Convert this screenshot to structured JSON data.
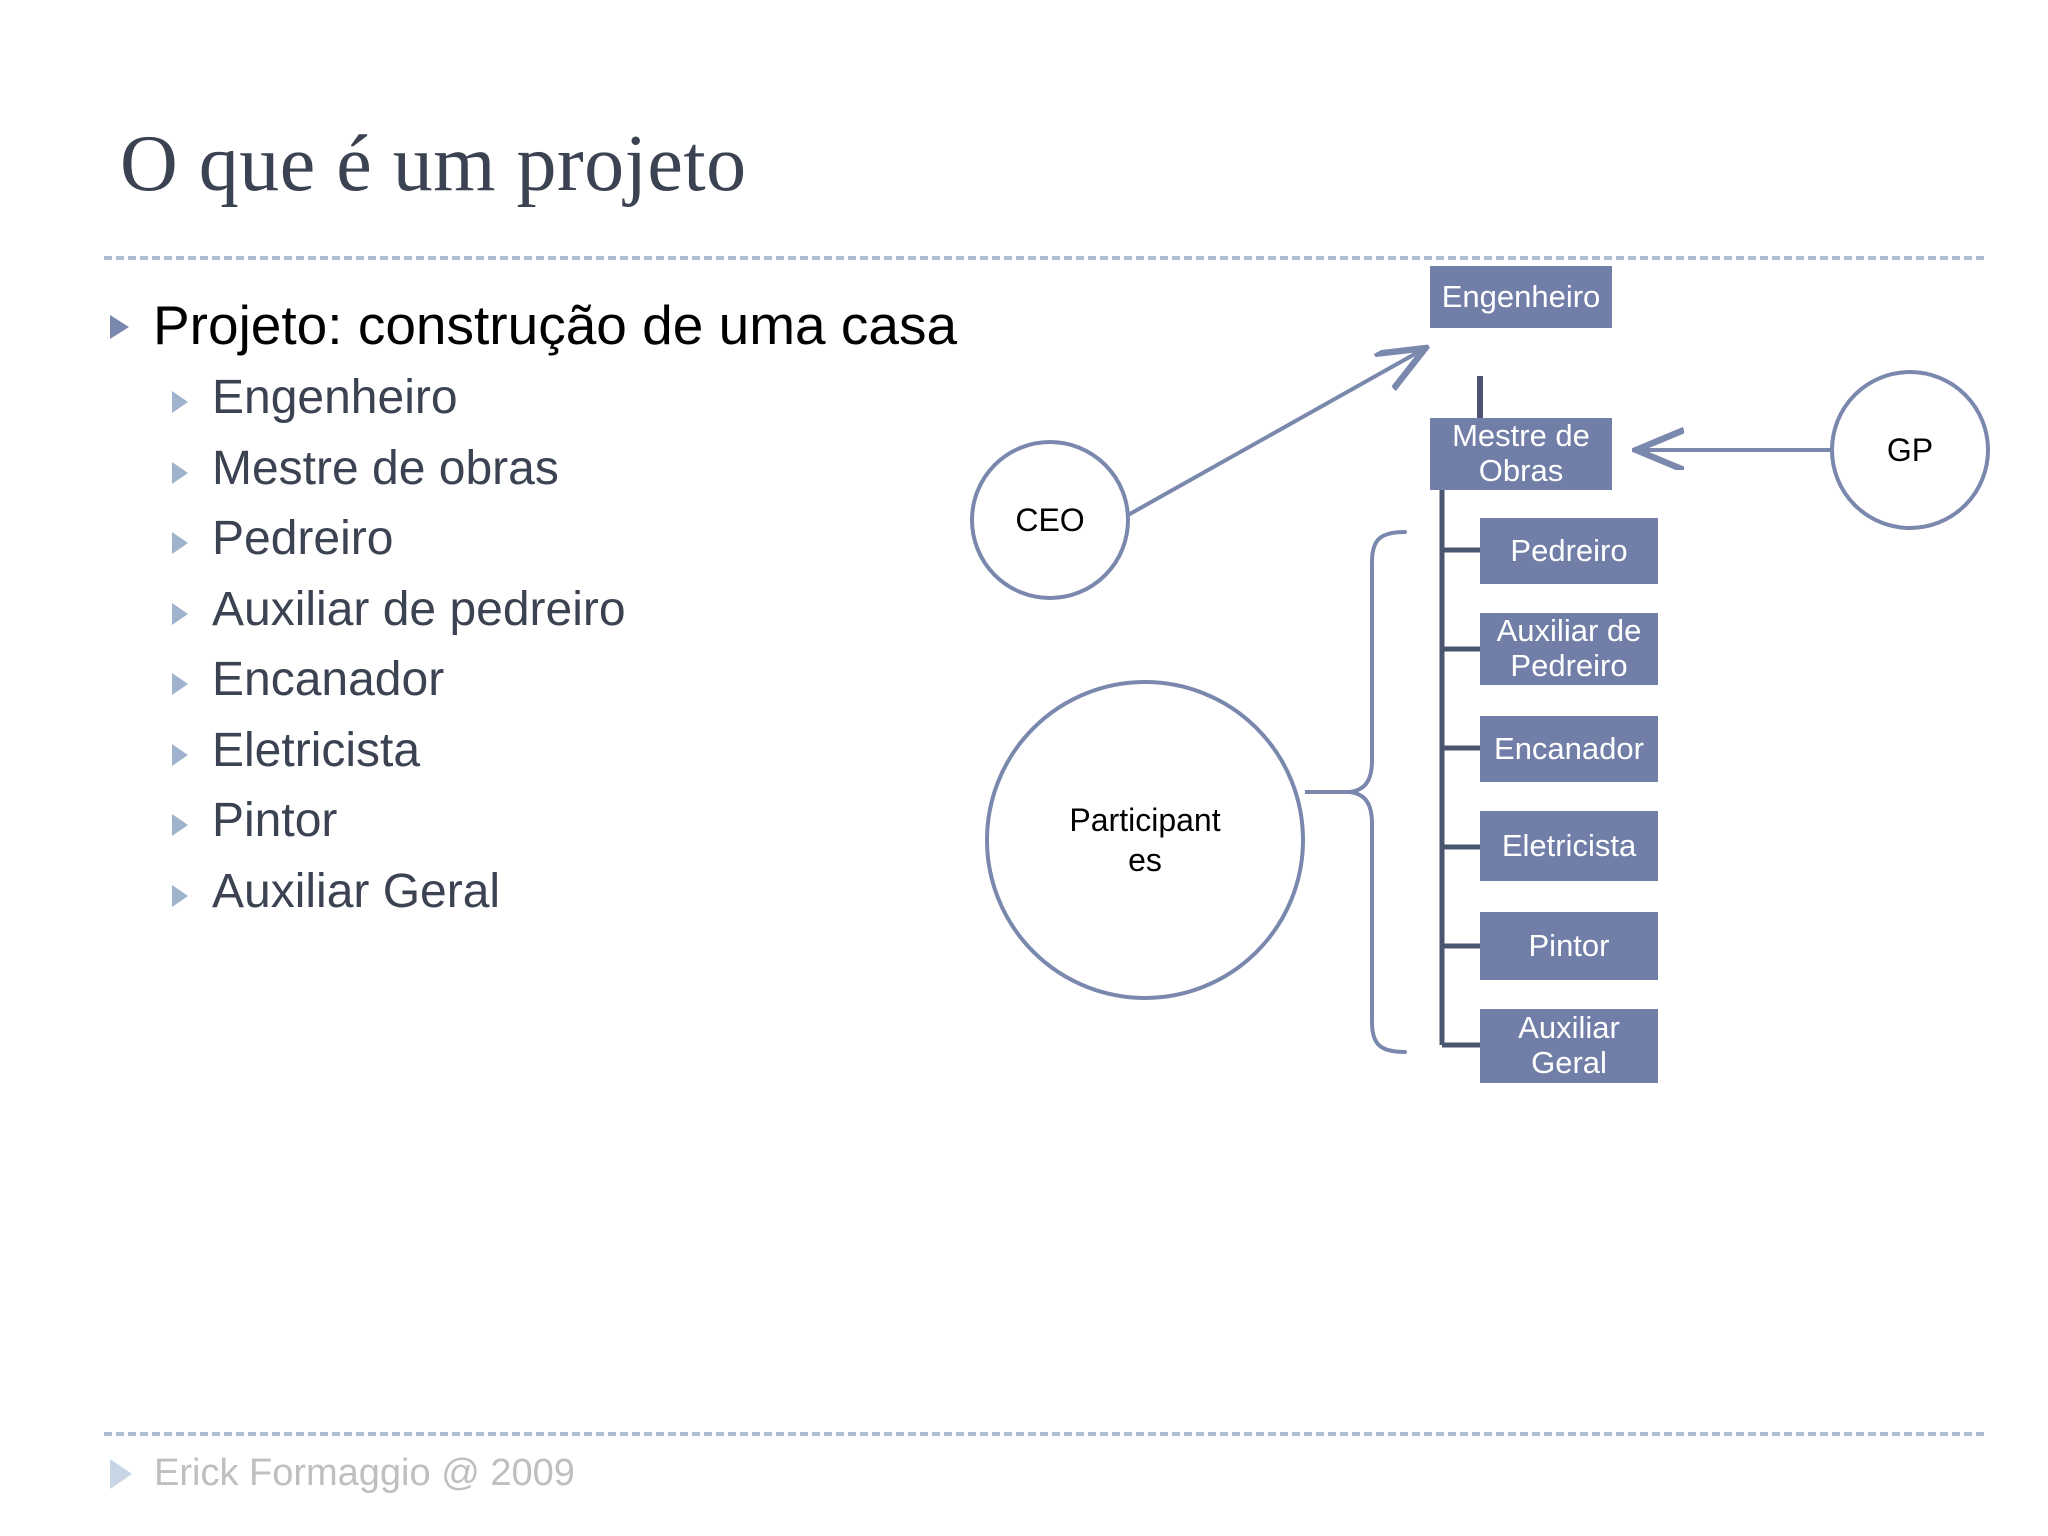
{
  "slide": {
    "title": "O que é um projeto",
    "footer": "Erick Formaggio @ 2009",
    "footer_marker": "triangle-bullet-icon"
  },
  "content": {
    "main_bullet": "Projeto: construção de uma casa",
    "sub_bullets": [
      "Engenheiro",
      "Mestre de obras",
      "Pedreiro",
      "Auxiliar de pedreiro",
      "Encanador",
      "Eletricista",
      "Pintor",
      "Auxiliar Geral"
    ]
  },
  "diagram": {
    "circles": [
      {
        "id": "ceo",
        "label": "CEO"
      },
      {
        "id": "gp",
        "label": "GP"
      },
      {
        "id": "participantes",
        "label_line1": "Participant",
        "label_line2": "es"
      }
    ],
    "boxes": [
      {
        "id": "engenheiro",
        "label": "Engenheiro"
      },
      {
        "id": "mestre-de-obras",
        "label_line1": "Mestre de",
        "label_line2": "Obras"
      },
      {
        "id": "pedreiro",
        "label": "Pedreiro"
      },
      {
        "id": "auxiliar-de-pedreiro",
        "label_line1": "Auxiliar de",
        "label_line2": "Pedreiro"
      },
      {
        "id": "encanador",
        "label": "Encanador"
      },
      {
        "id": "eletricista",
        "label": "Eletricista"
      },
      {
        "id": "pintor",
        "label": "Pintor"
      },
      {
        "id": "auxiliar-geral",
        "label_line1": "Auxiliar",
        "label_line2": "Geral"
      }
    ]
  },
  "colors": {
    "box_fill": "#717ea8",
    "box_text": "#ffffff",
    "line": "#7a88ad",
    "title_text": "#3b4252",
    "body_text": "#3b4252",
    "main_bullet_text": "#000000",
    "footer_text": "#bfbfbf",
    "rule_dash": "#aebcd2",
    "background": "#ffffff"
  }
}
